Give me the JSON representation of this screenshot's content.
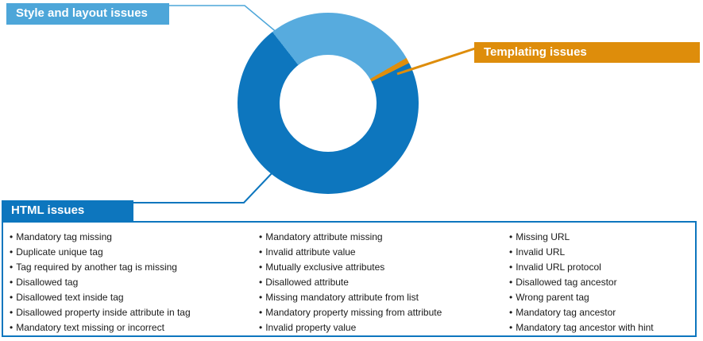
{
  "colors": {
    "light_blue": "#4DA6D9",
    "dark_blue": "#0D76BE",
    "orange": "#DE8D0B",
    "text": "#1A1A1A",
    "background": "#FFFFFF"
  },
  "labels": {
    "style_layout": "Style and layout issues",
    "templating": "Templating issues",
    "html": "HTML issues"
  },
  "chart_data": {
    "type": "pie",
    "subtype": "donut",
    "title": "",
    "segments": [
      {
        "label": "Style and layout issues",
        "percent": 27.2,
        "color": "#57ABDE"
      },
      {
        "label": "Templating issues",
        "percent": 1.0,
        "color": "#DF8E0C"
      },
      {
        "label": "HTML issues",
        "percent": 71.8,
        "color": "#0D76BE"
      }
    ],
    "start_angle_deg": -38,
    "inner_radius_ratio": 0.535,
    "legend_position": "callout-labels",
    "grid": false
  },
  "issues_panel": {
    "bullet": "•",
    "columns": [
      {
        "items": [
          "Mandatory tag missing",
          "Duplicate unique tag",
          "Tag required by another tag  is missing",
          "Disallowed tag",
          "Disallowed text inside tag",
          "Disallowed property inside attribute in tag",
          "Mandatory text missing or incorrect"
        ]
      },
      {
        "items": [
          "Mandatory attribute missing",
          "Invalid attribute value",
          "Mutually exclusive attributes",
          "Disallowed attribute",
          "Missing mandatory attribute from list",
          "Mandatory property missing from attribute",
          "Invalid property value"
        ]
      },
      {
        "items": [
          "Missing URL",
          "Invalid URL",
          "Invalid URL protocol",
          "Disallowed tag ancestor",
          "Wrong parent tag",
          "Mandatory tag ancestor",
          "Mandatory tag ancestor with hint"
        ]
      }
    ]
  }
}
